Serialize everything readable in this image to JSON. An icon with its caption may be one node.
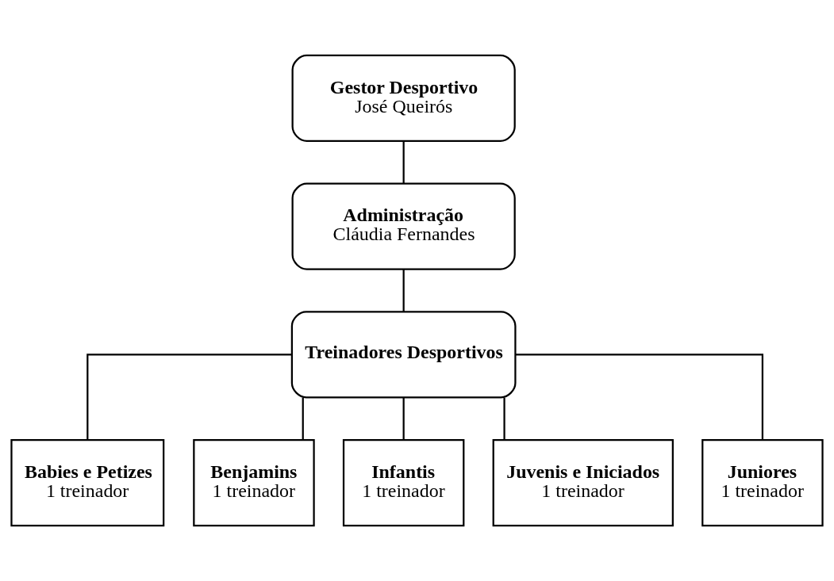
{
  "diagram": {
    "nodes": [
      {
        "text": [
          "Gestor Desportivo",
          "José Queirós"
        ]
      },
      {
        "text": [
          "Administração",
          "Cláudia Fernandes"
        ]
      },
      {
        "text": [
          "Treinadores Desportivos"
        ]
      },
      {
        "text": [
          "Babies e Petizes",
          "1 treinador"
        ]
      },
      {
        "text": [
          "Benjamins",
          "1 treinador"
        ]
      },
      {
        "text": [
          "Infantis",
          "1 treinador"
        ]
      },
      {
        "text": [
          "Juvenis e Iniciados",
          "1 treinador"
        ]
      },
      {
        "text": [
          "Juniores",
          "1 treinador"
        ]
      }
    ],
    "edges": [
      {
        "from": 0,
        "to": 1,
        "arrow": "none"
      },
      {
        "from": 1,
        "to": 2,
        "arrow": "none"
      },
      {
        "from": 2,
        "to": 3,
        "arrow": "none"
      },
      {
        "from": 2,
        "to": 4,
        "arrow": "none"
      },
      {
        "from": 2,
        "to": 5,
        "arrow": "none"
      },
      {
        "from": 2,
        "to": 6,
        "arrow": "none"
      },
      {
        "from": 2,
        "to": 7,
        "arrow": "none"
      }
    ]
  }
}
